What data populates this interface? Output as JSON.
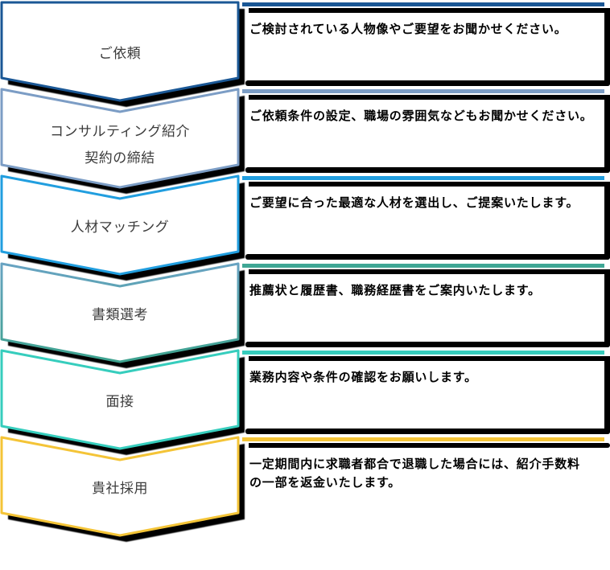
{
  "diagram_title": "recruitment-process-flow",
  "steps": [
    {
      "label": "ご依頼",
      "desc": "ご検討されている人物像やご要望をお聞かせください。",
      "color": "#1A5795"
    },
    {
      "label": "コンサルティング紹介\n契約の締結",
      "desc": "ご依頼条件の設定、職場の雰囲気などもお聞かせください。",
      "color": "#7C9DC5"
    },
    {
      "label": "人材マッチング",
      "desc": "ご要望に合った最適な人材を選出し、ご提案いたします。",
      "color": "#219EDF"
    },
    {
      "label": "書類選考",
      "desc": "推薦状と履歴書、職務経歴書をご案内いたします。",
      "color": "#68A3C2",
      "color2": "#3DA28E",
      "bar": "#3FA795"
    },
    {
      "label": "面接",
      "desc": "業務内容や条件の確認をお願いします。",
      "color": "#36CDBD"
    },
    {
      "label": "貴社採用",
      "desc": "一定期間内に求職者都合で退職した場合には、紹介手数料\nの一部を返金いたします。",
      "color": "#F4C437"
    }
  ],
  "shadow_color": "#000000",
  "shape_fill": "#FFFFFF"
}
